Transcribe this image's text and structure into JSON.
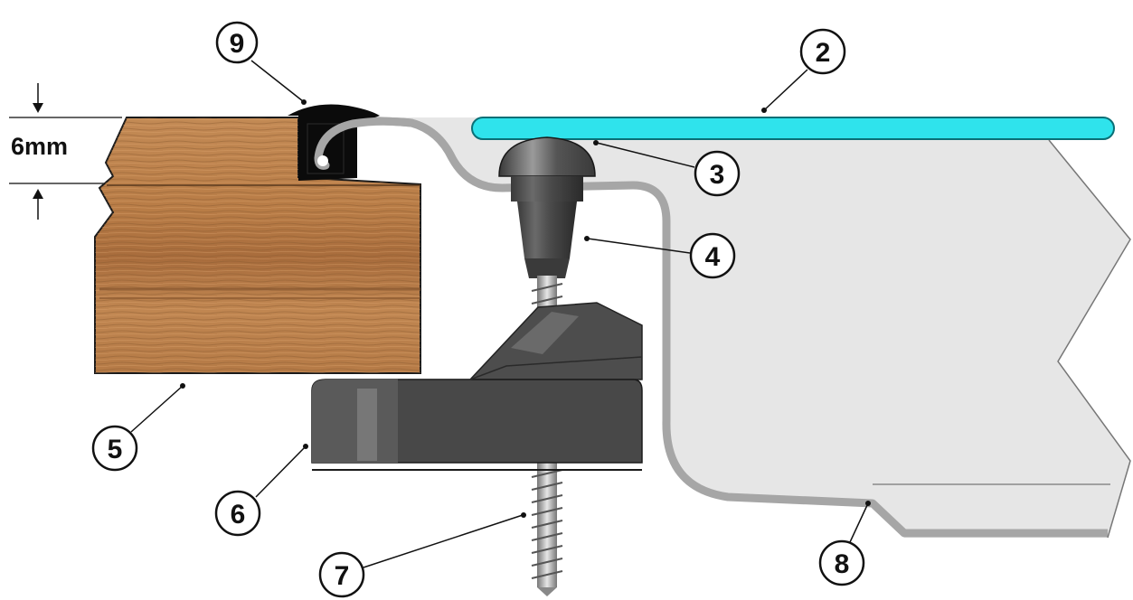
{
  "dimension": {
    "label": "6mm"
  },
  "callouts": [
    {
      "id": "2",
      "label": "2"
    },
    {
      "id": "3",
      "label": "3"
    },
    {
      "id": "4",
      "label": "4"
    },
    {
      "id": "5",
      "label": "5"
    },
    {
      "id": "6",
      "label": "6"
    },
    {
      "id": "7",
      "label": "7"
    },
    {
      "id": "8",
      "label": "8"
    },
    {
      "id": "9",
      "label": "9"
    }
  ],
  "colors": {
    "glass": "#2fe3ec",
    "tray_fill": "#e6e6e6",
    "tray_edge": "#a6a6a6",
    "wood": "#c48b55",
    "bracket": "#484848",
    "seal": "#0b0b0b"
  }
}
